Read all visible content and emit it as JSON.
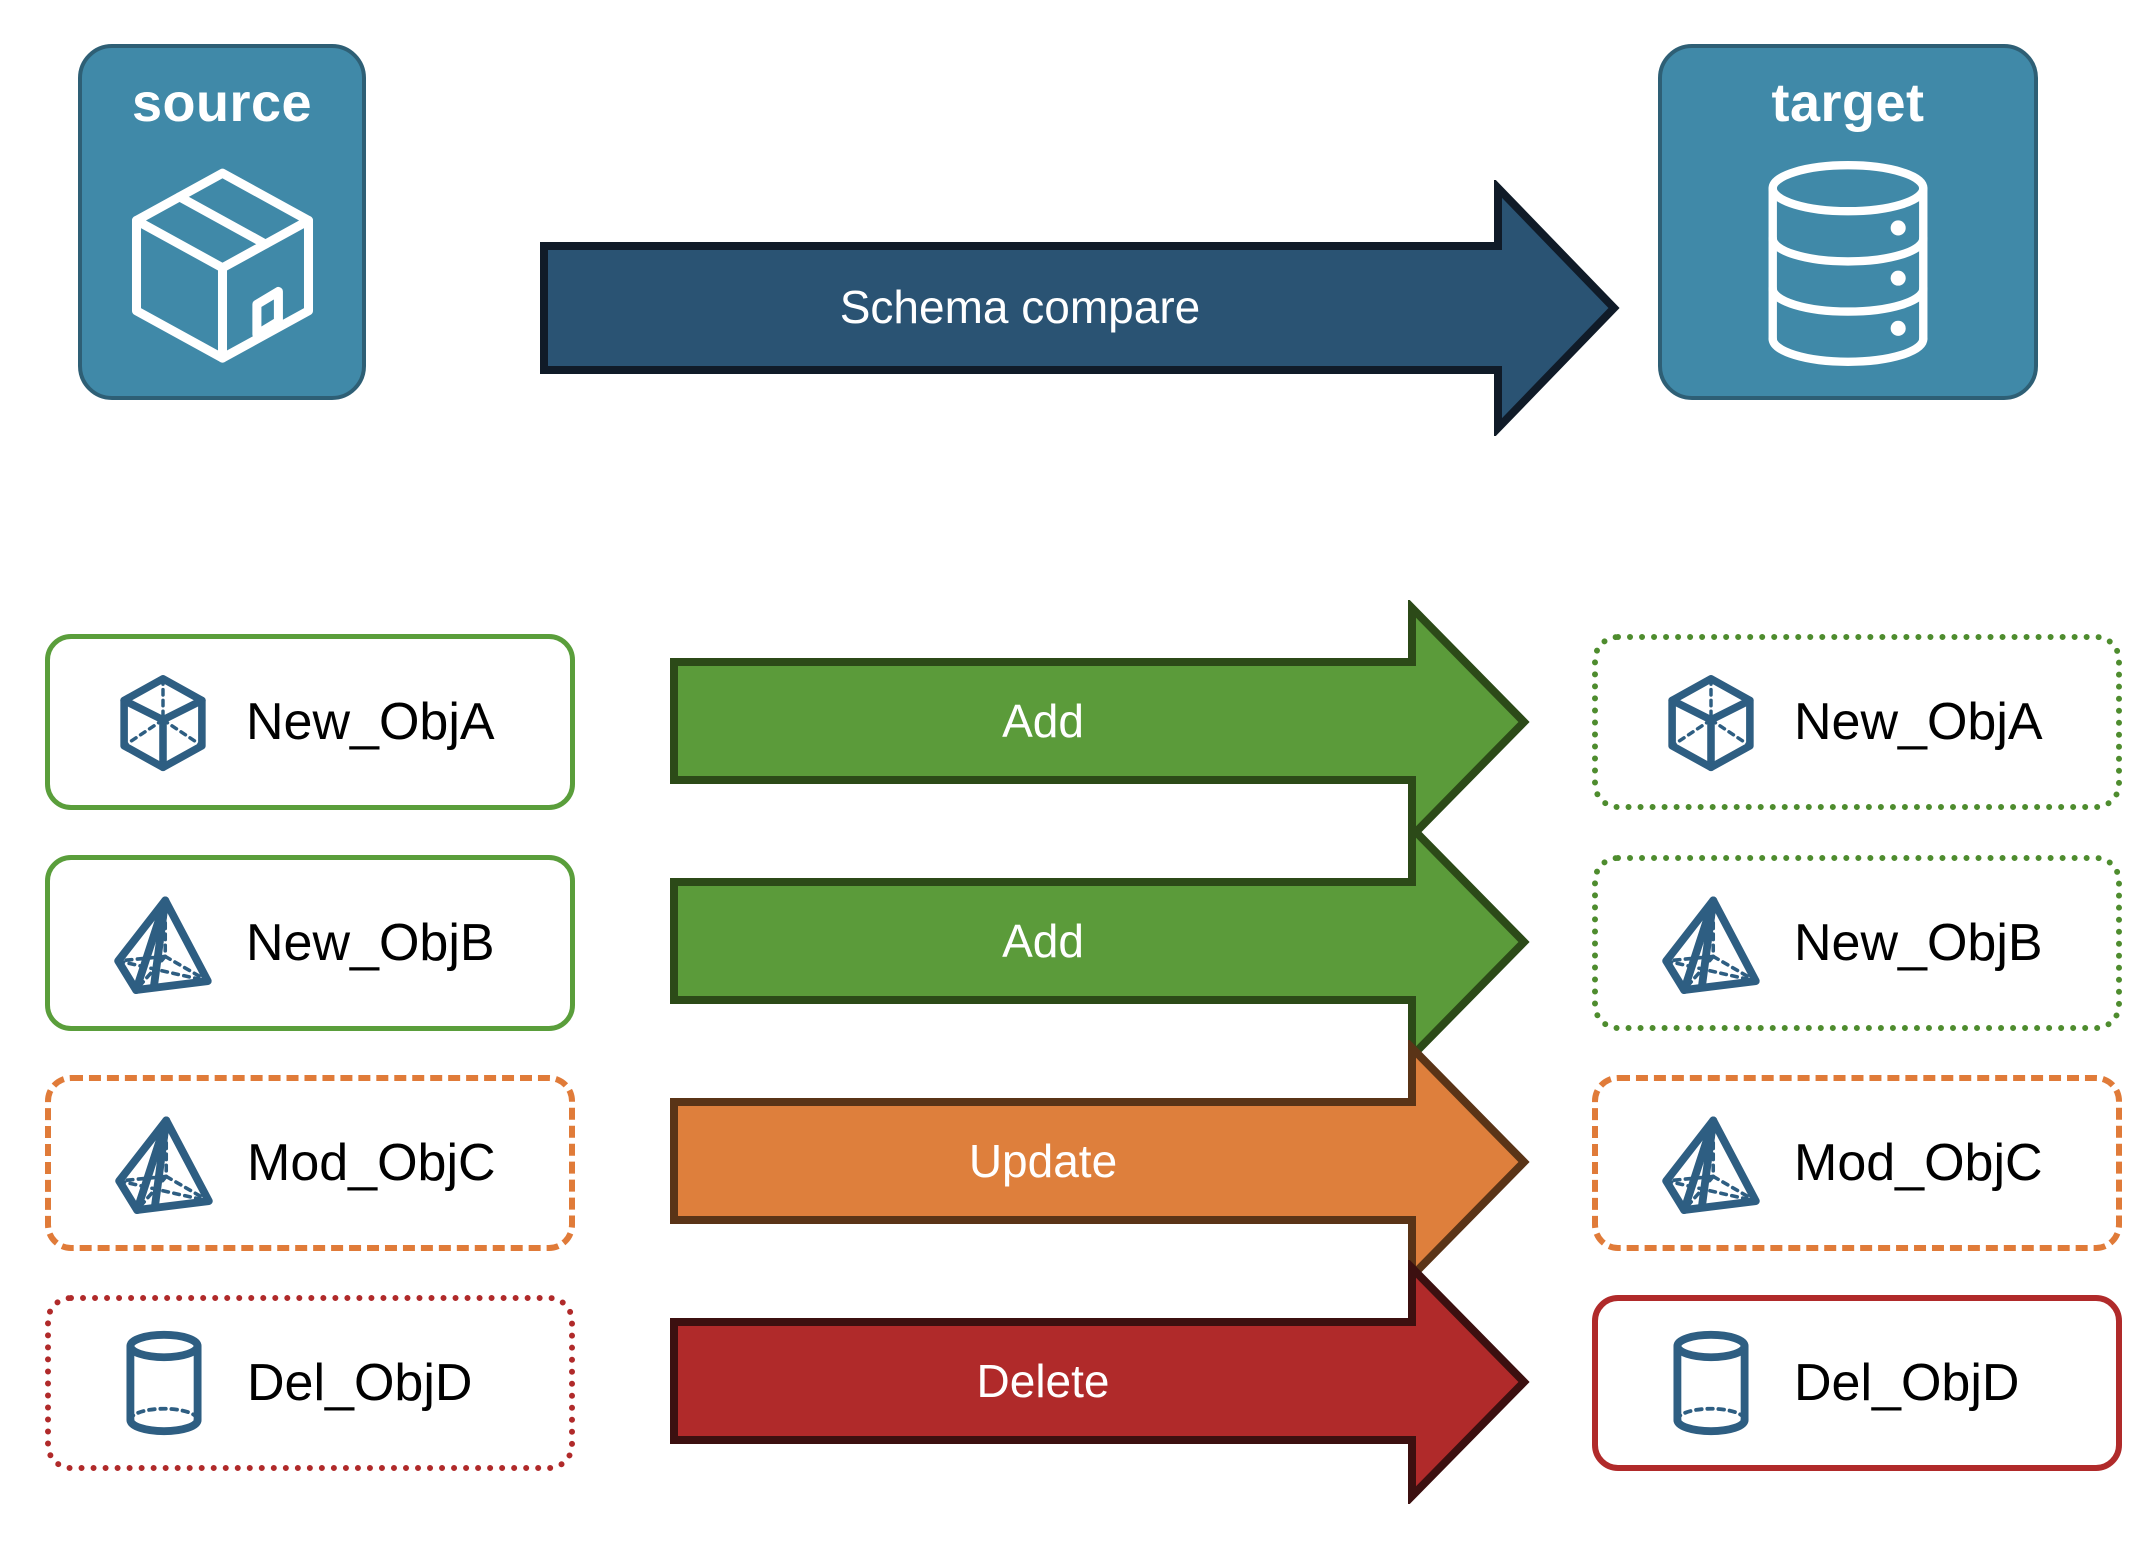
{
  "endpoints": {
    "source": {
      "label": "source",
      "icon": "package-box-icon",
      "fill": "#4089A8",
      "stroke": "#2E5F75"
    },
    "target": {
      "label": "target",
      "icon": "database-cylinder-icon",
      "fill": "#4089A8",
      "stroke": "#2E5F75"
    }
  },
  "compare_arrow": {
    "label": "Schema compare",
    "fill": "#2A5373",
    "stroke": "#101B28"
  },
  "rows": [
    {
      "source": {
        "label": "New_ObjA",
        "icon": "wireframe-cube-icon",
        "border_style": "solid-green"
      },
      "arrow": {
        "label": "Add",
        "fill": "#5B9B3A",
        "stroke": "#2C4A18"
      },
      "target": {
        "label": "New_ObjA",
        "icon": "wireframe-cube-icon",
        "border_style": "dotted-green"
      }
    },
    {
      "source": {
        "label": "New_ObjB",
        "icon": "wireframe-pyramid-icon",
        "border_style": "solid-green"
      },
      "arrow": {
        "label": "Add",
        "fill": "#5B9B3A",
        "stroke": "#2C4A18"
      },
      "target": {
        "label": "New_ObjB",
        "icon": "wireframe-pyramid-icon",
        "border_style": "dotted-green"
      }
    },
    {
      "source": {
        "label": "Mod_ObjC",
        "icon": "wireframe-pyramid-icon",
        "border_style": "dashed-orange"
      },
      "arrow": {
        "label": "Update",
        "fill": "#DE7F3C",
        "stroke": "#5A3417"
      },
      "target": {
        "label": "Mod_ObjC",
        "icon": "wireframe-pyramid-icon",
        "border_style": "dashed-orange"
      }
    },
    {
      "source": {
        "label": "Del_ObjD",
        "icon": "wireframe-cylinder-icon",
        "border_style": "dotted-red"
      },
      "arrow": {
        "label": "Delete",
        "fill": "#B02A2A",
        "stroke": "#3C1010"
      },
      "target": {
        "label": "Del_ObjD",
        "icon": "wireframe-cylinder-icon",
        "border_style": "solid-red"
      }
    }
  ],
  "palette": {
    "icon_blue": "#2E5E82",
    "endpoint_blue": "#4089A8",
    "green": "#5B9B3A",
    "orange": "#DE7F3C",
    "red": "#B02A2A",
    "navy": "#2A5373"
  }
}
